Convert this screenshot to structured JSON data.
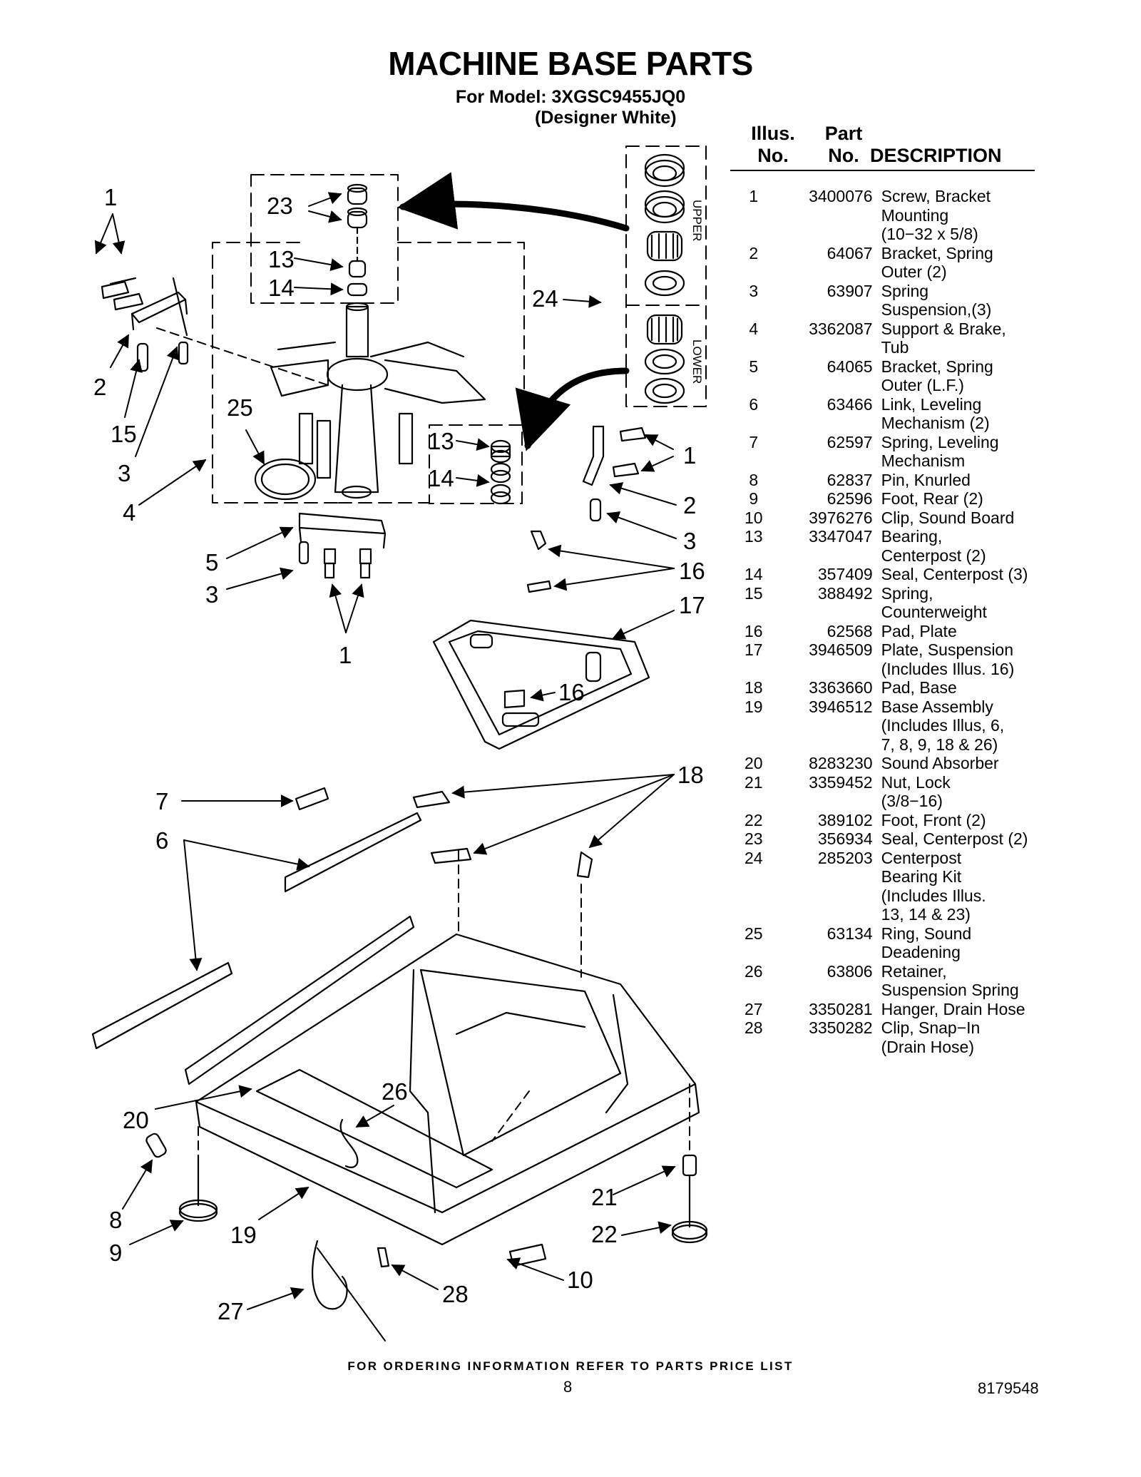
{
  "header": {
    "title": "MACHINE BASE PARTS",
    "model_line": "For Model: 3XGSC9455JQ0",
    "color_line": "(Designer White)"
  },
  "table": {
    "col_illus_line1": "Illus.",
    "col_illus_line2": "No.",
    "col_part_line1": "Part",
    "col_part_line2": "No.",
    "col_description": "DESCRIPTION",
    "rows": [
      {
        "illus": "1",
        "part": "3400076",
        "desc": "Screw, Bracket\nMounting\n(10−32 x 5/8)"
      },
      {
        "illus": "2",
        "part": "64067",
        "desc": "Bracket, Spring\nOuter (2)"
      },
      {
        "illus": "3",
        "part": "63907",
        "desc": "Spring\nSuspension,(3)"
      },
      {
        "illus": "4",
        "part": "3362087",
        "desc": "Support & Brake,\nTub"
      },
      {
        "illus": "5",
        "part": "64065",
        "desc": "Bracket, Spring\nOuter (L.F.)"
      },
      {
        "illus": "6",
        "part": "63466",
        "desc": "Link, Leveling\nMechanism (2)"
      },
      {
        "illus": "7",
        "part": "62597",
        "desc": "Spring, Leveling\nMechanism"
      },
      {
        "illus": "8",
        "part": "62837",
        "desc": "Pin, Knurled"
      },
      {
        "illus": "9",
        "part": "62596",
        "desc": "Foot, Rear (2)"
      },
      {
        "illus": "10",
        "part": "3976276",
        "desc": "Clip, Sound Board"
      },
      {
        "illus": "13",
        "part": "3347047",
        "desc": "Bearing,\nCenterpost (2)"
      },
      {
        "illus": "14",
        "part": "357409",
        "desc": "Seal, Centerpost (3)"
      },
      {
        "illus": "15",
        "part": "388492",
        "desc": "Spring,\nCounterweight"
      },
      {
        "illus": "16",
        "part": "62568",
        "desc": "Pad, Plate"
      },
      {
        "illus": "17",
        "part": "3946509",
        "desc": "Plate, Suspension\n(Includes Illus. 16)"
      },
      {
        "illus": "18",
        "part": "3363660",
        "desc": "Pad, Base"
      },
      {
        "illus": "19",
        "part": "3946512",
        "desc": "Base Assembly\n(Includes Illus, 6,\n7, 8, 9, 18 & 26)"
      },
      {
        "illus": "20",
        "part": "8283230",
        "desc": "Sound Absorber"
      },
      {
        "illus": "21",
        "part": "3359452",
        "desc": "Nut, Lock\n(3/8−16)"
      },
      {
        "illus": "22",
        "part": "389102",
        "desc": "Foot, Front (2)"
      },
      {
        "illus": "23",
        "part": "356934",
        "desc": "Seal, Centerpost (2)"
      },
      {
        "illus": "24",
        "part": "285203",
        "desc": "Centerpost\nBearing Kit\n(Includes Illus.\n13, 14 & 23)"
      },
      {
        "illus": "25",
        "part": "63134",
        "desc": "Ring, Sound\nDeadening"
      },
      {
        "illus": "26",
        "part": "63806",
        "desc": "Retainer,\nSuspension Spring"
      },
      {
        "illus": "27",
        "part": "3350281",
        "desc": "Hanger, Drain Hose"
      },
      {
        "illus": "28",
        "part": "3350282",
        "desc": "Clip, Snap−In\n(Drain Hose)"
      }
    ]
  },
  "diagram": {
    "kit_upper_label": "UPPER",
    "kit_lower_label": "LOWER",
    "callouts": {
      "c1a": "1",
      "c2a": "2",
      "c15": "15",
      "c3a": "3",
      "c4": "4",
      "c25": "25",
      "c23": "23",
      "c13a": "13",
      "c14a": "14",
      "c24": "24",
      "c13b": "13",
      "c14b": "14",
      "c1b": "1",
      "c2b": "2",
      "c3b": "3",
      "c5": "5",
      "c3c": "3",
      "c1c": "1",
      "c16a": "16",
      "c17": "17",
      "c16b": "16",
      "c7": "7",
      "c6": "6",
      "c18": "18",
      "c20": "20",
      "c26": "26",
      "c8": "8",
      "c9": "9",
      "c19": "19",
      "c21": "21",
      "c22": "22",
      "c10": "10",
      "c27": "27",
      "c28": "28"
    }
  },
  "footer": {
    "ordering_note": "FOR ORDERING INFORMATION REFER TO PARTS PRICE LIST",
    "page_number": "8",
    "doc_number": "8179548"
  }
}
